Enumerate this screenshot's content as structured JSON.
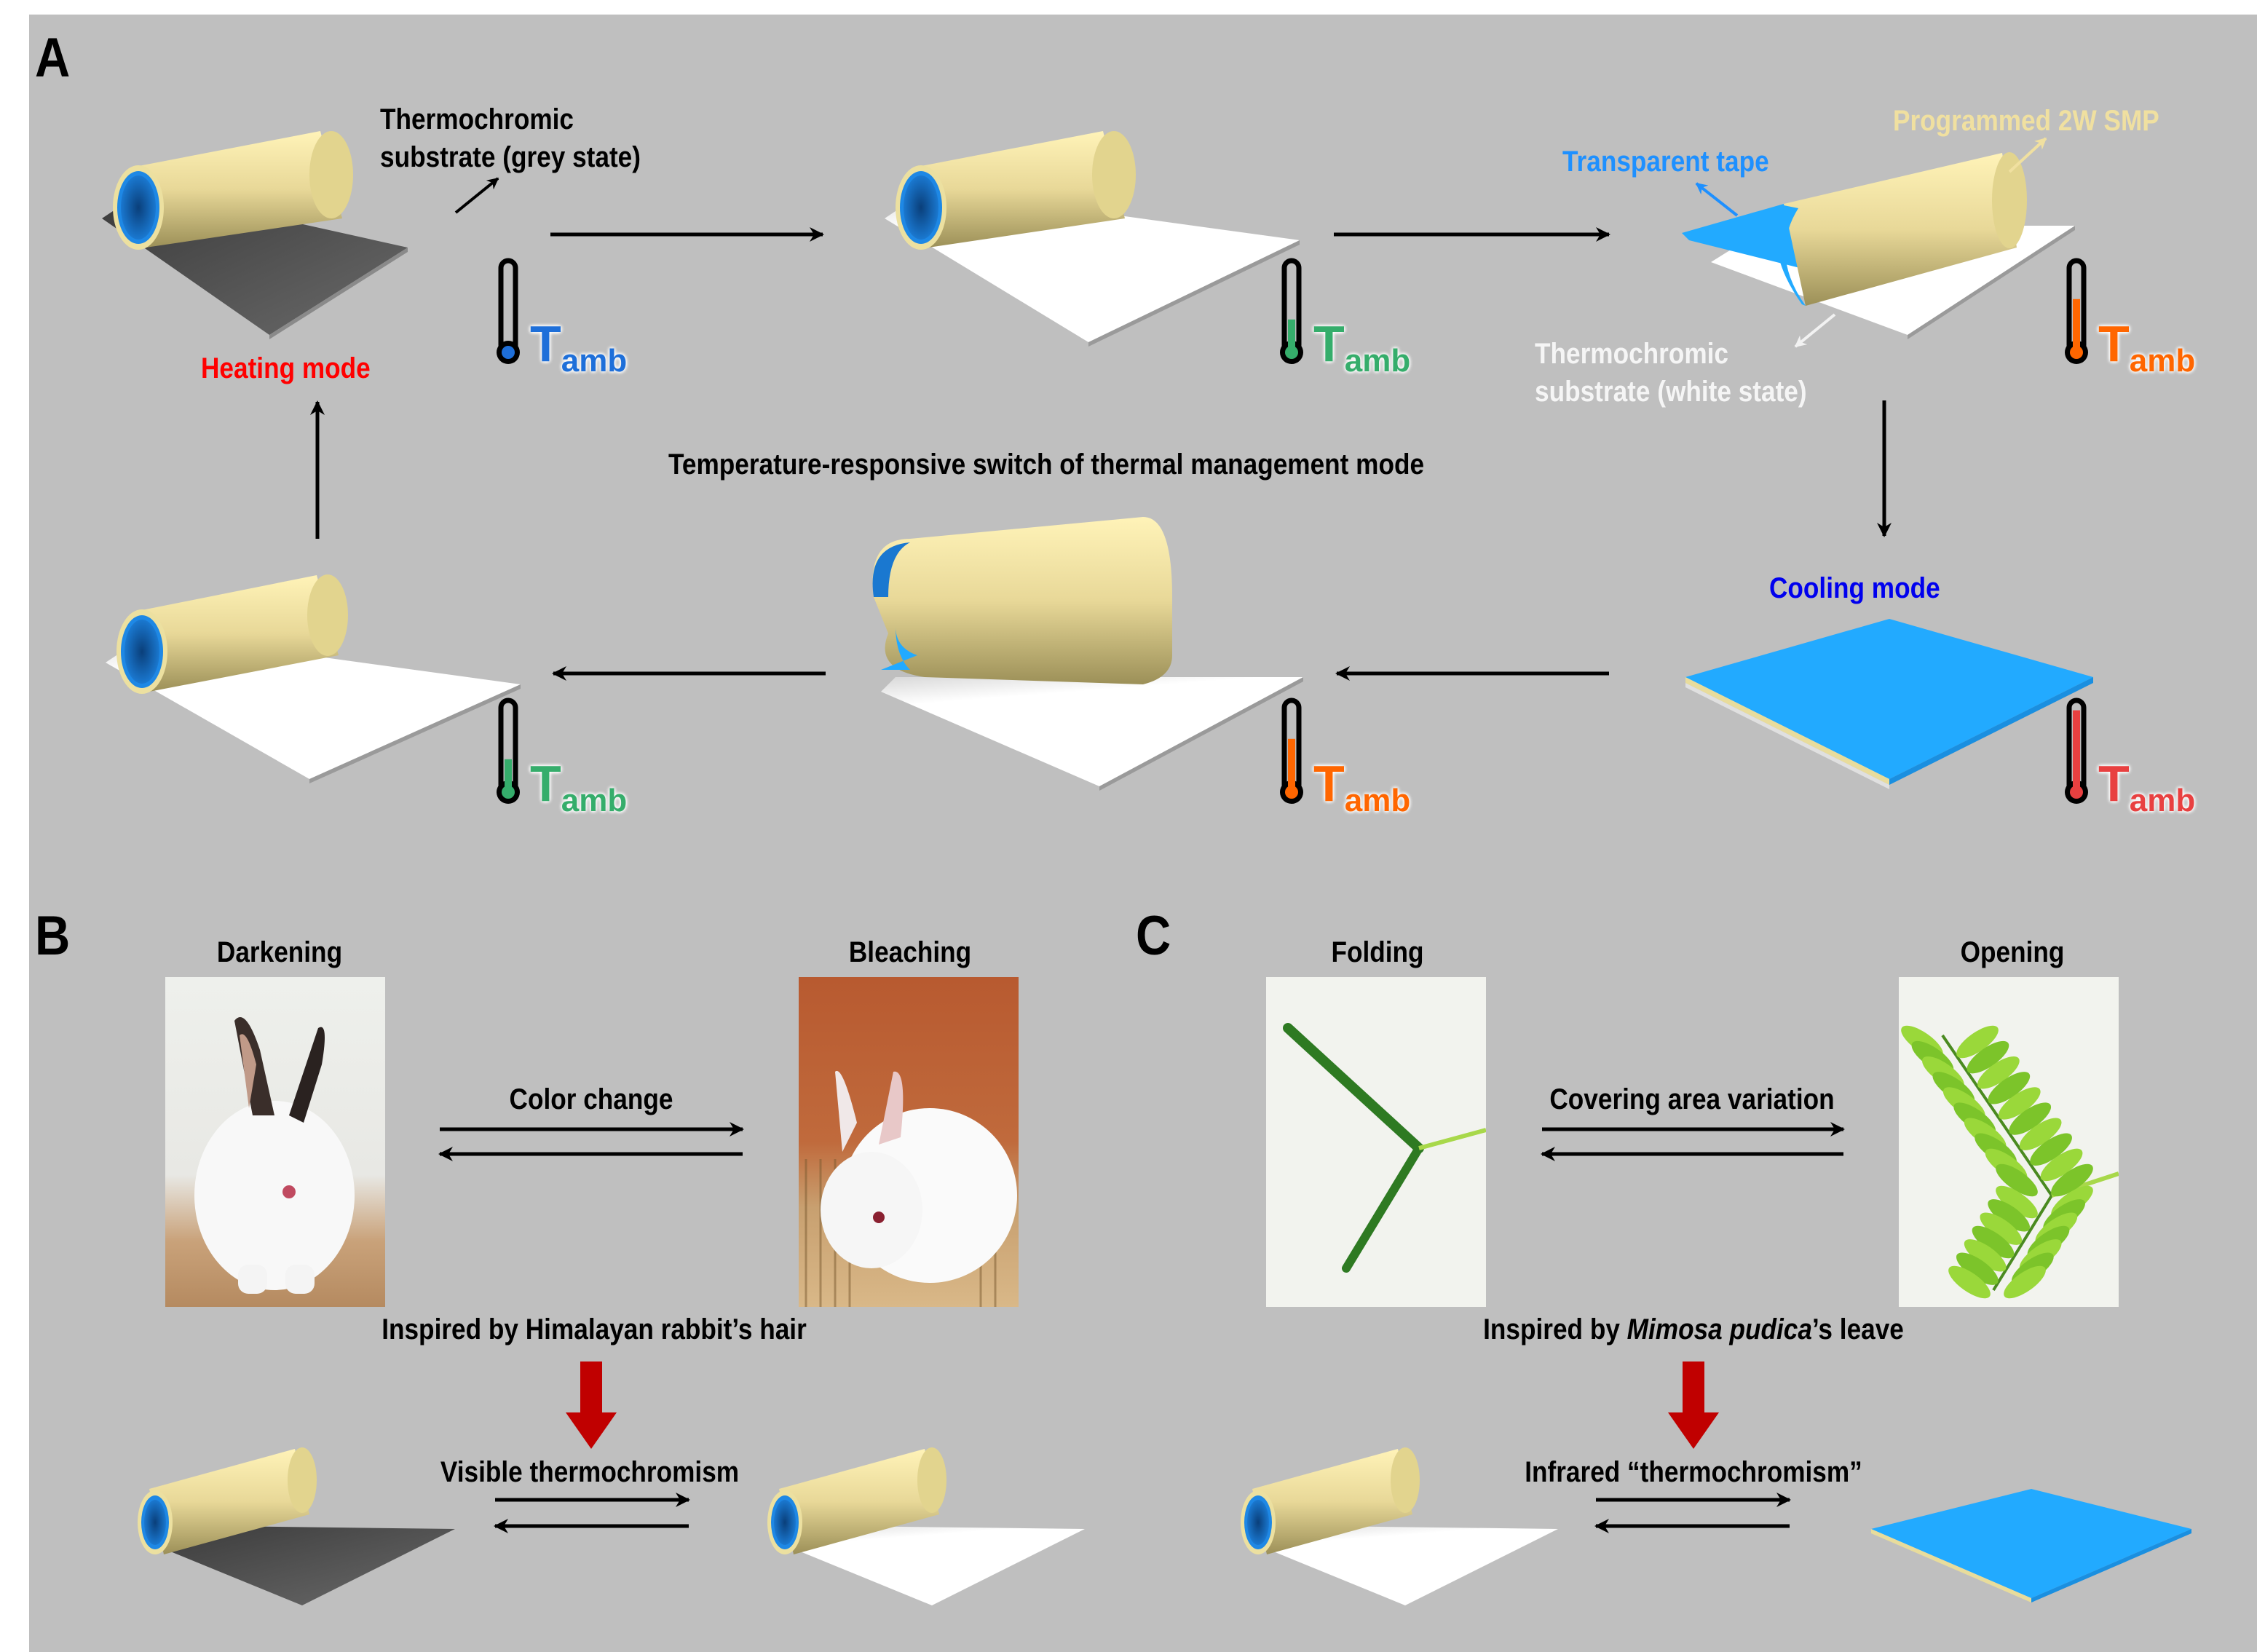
{
  "panels": {
    "A": {
      "label": "A",
      "title": "Temperature-responsive switch of thermal management mode",
      "heating_mode": "Heating mode",
      "cooling_mode": "Cooling mode",
      "annotations": {
        "thermochromic_grey_line1": "Thermochromic",
        "thermochromic_grey_line2": "substrate (grey state)",
        "transparent_tape": "Transparent tape",
        "programmed_smp": "Programmed 2W SMP",
        "thermochromic_white_line1": "Thermochromic",
        "thermochromic_white_line2": "substrate (white state)"
      },
      "thermometers": [
        {
          "state": "rolled-grey",
          "T": "T",
          "sub": "amb",
          "color": "#1e6fd9",
          "level": 0.0
        },
        {
          "state": "rolled-white",
          "T": "T",
          "sub": "amb",
          "color": "#35ad6b",
          "level": 0.35
        },
        {
          "state": "unrolling",
          "T": "T",
          "sub": "amb",
          "color": "#ff6600",
          "level": 0.6
        },
        {
          "state": "flat-blue",
          "T": "T",
          "sub": "amb",
          "color": "#e84040",
          "level": 0.95
        },
        {
          "state": "re-rolling",
          "T": "T",
          "sub": "amb",
          "color": "#ff6600",
          "level": 0.6
        },
        {
          "state": "rolled-white-2",
          "T": "T",
          "sub": "amb",
          "color": "#35ad6b",
          "level": 0.35
        }
      ]
    },
    "B": {
      "label": "B",
      "left_caption": "Darkening",
      "right_caption": "Bleaching",
      "arrow_label": "Color change",
      "inspired": "Inspired by Himalayan rabbit’s hair",
      "result": "Visible thermochromism"
    },
    "C": {
      "label": "C",
      "left_caption": "Folding",
      "right_caption": "Opening",
      "arrow_label": "Covering area variation",
      "inspired_prefix": "Inspired by ",
      "inspired_italic": "Mimosa pudica",
      "inspired_suffix": "’s leave",
      "result": "Infrared “thermochromism”"
    }
  },
  "colors": {
    "background": "#bfbfbf",
    "smp_yellow": "#ece0a0",
    "tape_blue": "#22aaff",
    "heating_red": "#ff0000",
    "cooling_blue": "#0000ee",
    "transparent_tape_label": "#1e90ff",
    "smp_label": "#f0e0a0",
    "big_arrow_red": "#c00000"
  }
}
